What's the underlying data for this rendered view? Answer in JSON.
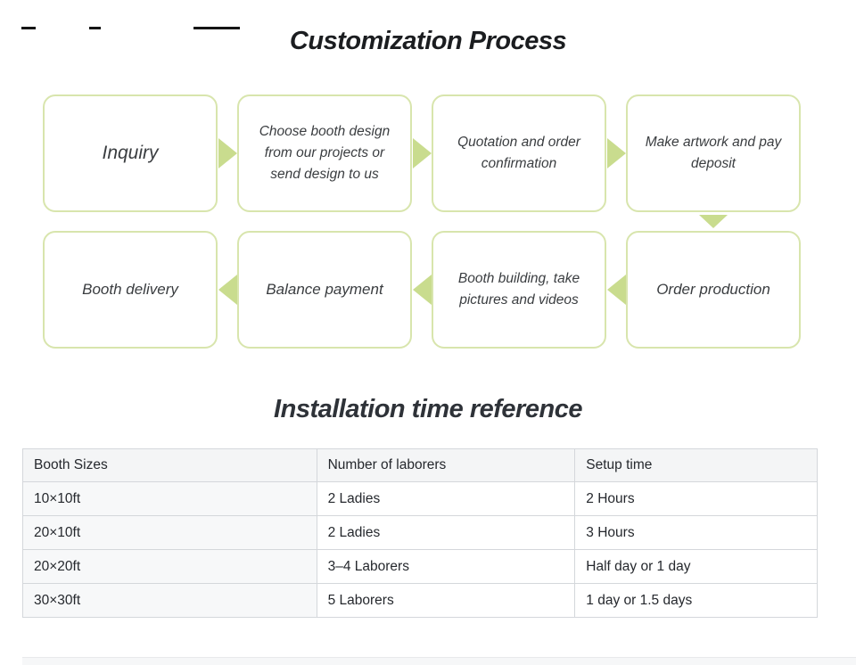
{
  "process": {
    "title": "Customization Process",
    "row1": [
      {
        "label": "Inquiry"
      },
      {
        "label": "Choose booth design from our projects or send design to us"
      },
      {
        "label": "Quotation and order confirmation"
      },
      {
        "label": "Make artwork and pay deposit"
      }
    ],
    "row2": [
      {
        "label": "Booth delivery"
      },
      {
        "label": "Balance payment"
      },
      {
        "label": "Booth building, take pictures and videos"
      },
      {
        "label": "Order production"
      }
    ]
  },
  "installation": {
    "title": "Installation time reference",
    "table": {
      "headers": [
        "Booth Sizes",
        "Number of laborers",
        "Setup time"
      ],
      "rows": [
        [
          "10×10ft",
          "2 Ladies",
          "2 Hours"
        ],
        [
          "20×10ft",
          "2 Ladies",
          "3 Hours"
        ],
        [
          "20×20ft",
          "3–4 Laborers",
          "Half day or 1 day"
        ],
        [
          "30×30ft",
          "5 Laborers",
          "1 day or 1.5 days"
        ]
      ]
    }
  },
  "colors": {
    "flow_box_border": "#d8e5ad",
    "flow_arrow": "#c9dc8e",
    "table_header_bg": "#f4f5f6",
    "table_border": "#d4d7db",
    "title_text": "#1b1d20"
  }
}
